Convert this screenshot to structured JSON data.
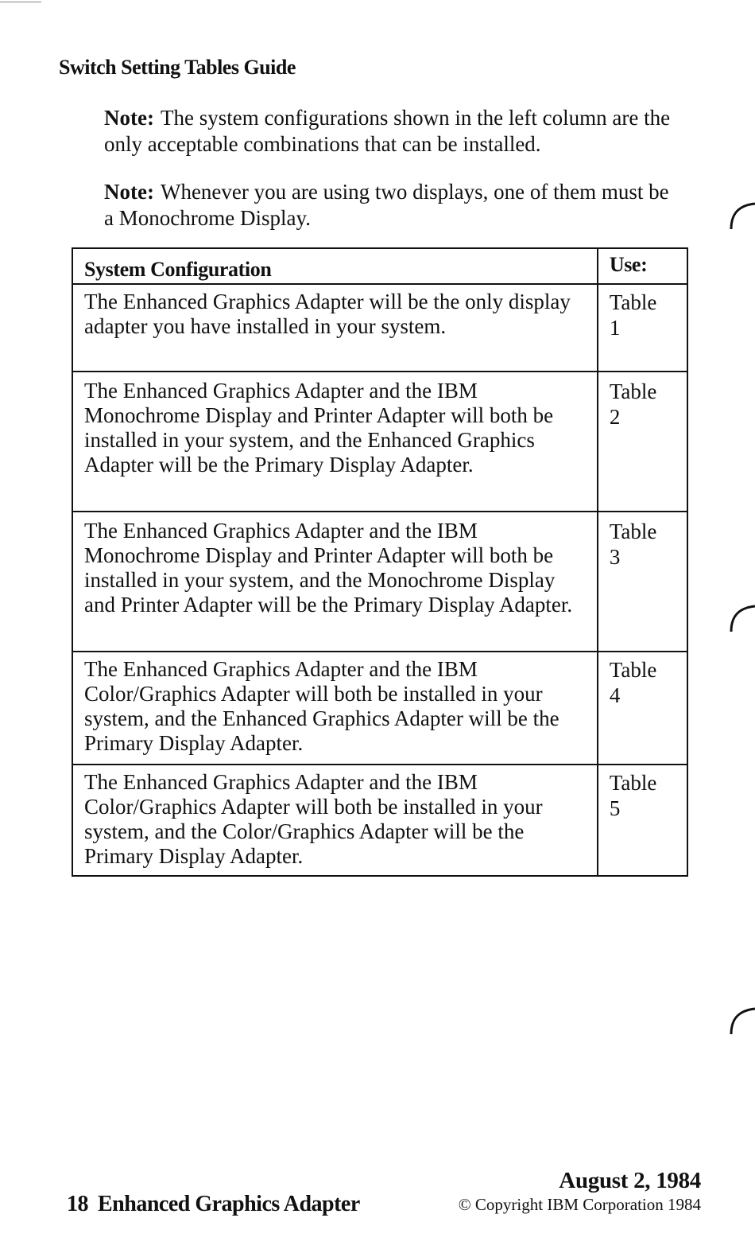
{
  "heading": "Switch Setting Tables Guide",
  "notes": [
    {
      "label": "Note:",
      "text": "The system configurations shown in the left column are the only acceptable combinations that can be installed."
    },
    {
      "label": "Note:",
      "text": "Whenever you are using two displays, one of them must be a Monochrome Display."
    }
  ],
  "table": {
    "headers": {
      "config": "System Configuration",
      "use": "Use:"
    },
    "rows": [
      {
        "config": "The Enhanced Graphics Adapter will be the only display adapter you have installed in your system.",
        "use_word": "Table",
        "use_num": "1"
      },
      {
        "config": "The Enhanced Graphics Adapter and the IBM Monochrome Display and Printer Adapter will both be installed in your system, and the Enhanced Graphics Adapter will be the Primary Display Adapter.",
        "use_word": "Table",
        "use_num": "2"
      },
      {
        "config": "The Enhanced Graphics Adapter and the IBM Monochrome Display and Printer Adapter will both be installed in your system, and the Monochrome Display and Printer Adapter will be the Primary Display Adapter.",
        "use_word": "Table",
        "use_num": "3"
      },
      {
        "config": "The Enhanced Graphics Adapter and the IBM Color/Graphics Adapter will both be installed in your system, and the Enhanced Graphics Adapter will be the Primary Display Adapter.",
        "use_word": "Table",
        "use_num": "4"
      },
      {
        "config": "The Enhanced Graphics Adapter and the IBM Color/Graphics Adapter will both be installed in your system, and the Color/Graphics Adapter will be the Primary Display Adapter.",
        "use_word": "Table",
        "use_num": "5"
      }
    ]
  },
  "footer": {
    "page_number": "18",
    "book_title": "Enhanced Graphics Adapter",
    "date": "August 2, 1984",
    "copyright": "© Copyright IBM Corporation 1984"
  }
}
